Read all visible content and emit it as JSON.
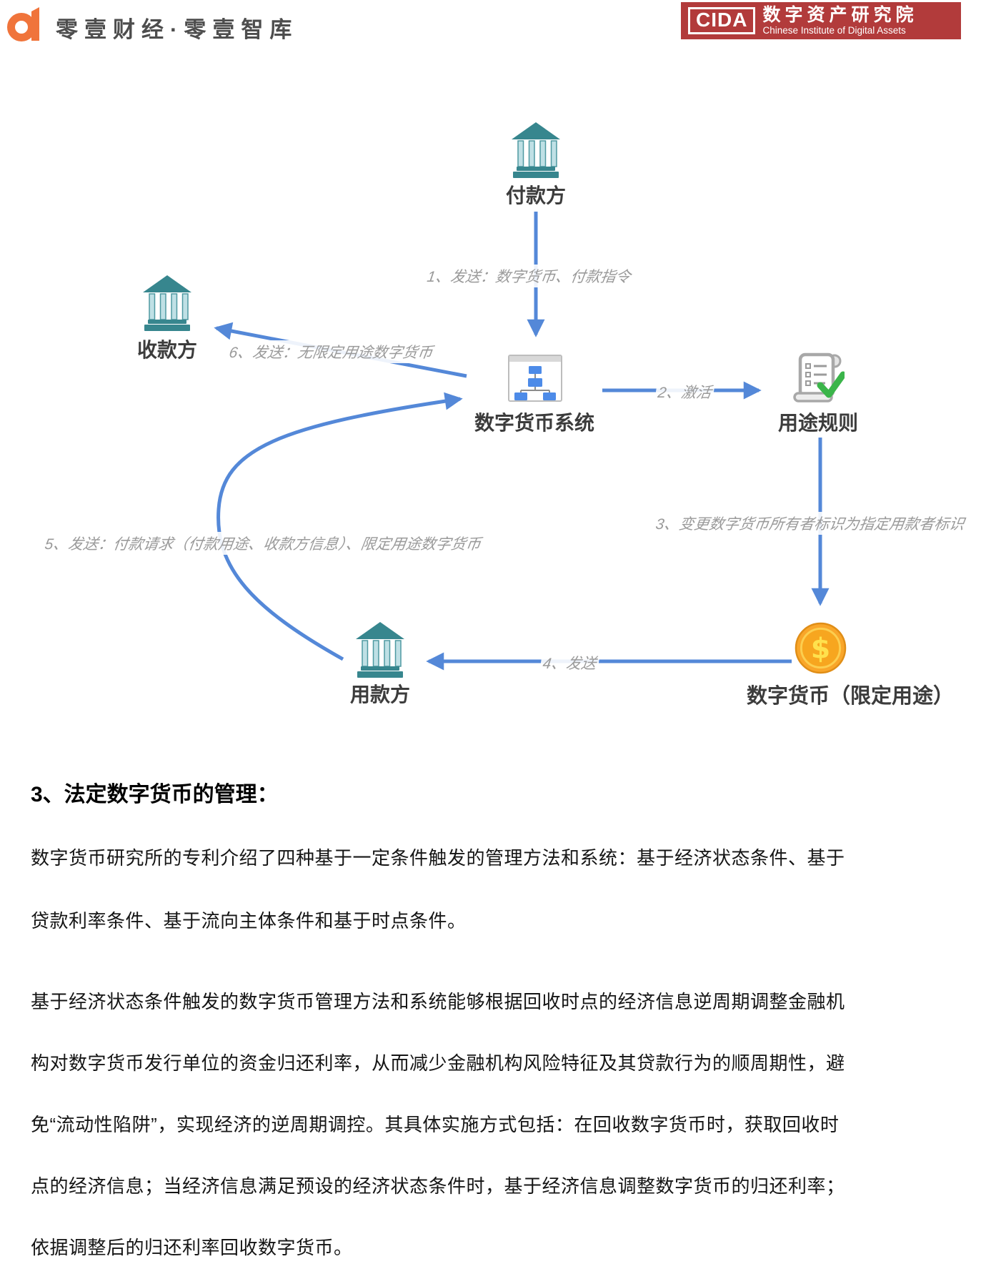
{
  "header": {
    "logo_mark": "a",
    "logo_text": "零壹财经·零壹智库",
    "cida": {
      "acronym": "CIDA",
      "name_cn": "数字资产研究院",
      "name_en": "Chinese Institute of Digital Assets",
      "bg_color": "#b23b3b"
    }
  },
  "diagram": {
    "nodes": {
      "payer": {
        "label": "付款方",
        "icon": "bank-icon"
      },
      "payee": {
        "label": "收款方",
        "icon": "bank-icon"
      },
      "system": {
        "label": "数字货币系统",
        "icon": "flowchart-icon"
      },
      "rules": {
        "label": "用途规则",
        "icon": "scroll-check-icon"
      },
      "spender": {
        "label": "用款方",
        "icon": "bank-icon"
      },
      "coin": {
        "label": "数字货币（限定用途）",
        "icon": "dollar-coin-icon"
      }
    },
    "edges": {
      "e1": {
        "label": "1、发送：数字货币、付款指令"
      },
      "e2": {
        "label": "2、激活"
      },
      "e3": {
        "label": "3、变更数字货币所有者标识为指定用款者标识"
      },
      "e4": {
        "label": "4、发送"
      },
      "e5": {
        "label": "5、发送：付款请求（付款用途、收款方信息）、限定用途数字货币"
      },
      "e6": {
        "label": "6、发送：无限定用途数字货币"
      }
    },
    "colors": {
      "arrow_blue": "#5488d8",
      "bank_teal": "#37868e",
      "coin_orange": "#f9a62a",
      "check_green": "#3bb54a",
      "flow_node_blue": "#4d8be8"
    }
  },
  "body": {
    "heading": "3、法定数字货币的管理：",
    "paragraphs": [
      {
        "lines": [
          "数字货币研究所的专利介绍了四种基于一定条件触发的管理方法和系统：基于经济状态条件、基于",
          "贷款利率条件、基于流向主体条件和基于时点条件。"
        ]
      },
      {
        "lines": [
          "基于经济状态条件触发的数字货币管理方法和系统能够根据回收时点的经济信息逆周期调整金融机",
          "构对数字货币发行单位的资金归还利率，从而减少金融机构风险特征及其贷款行为的顺周期性，避",
          "免“流动性陷阱”，实现经济的逆周期调控。其具体实施方式包括：在回收数字货币时，获取回收时",
          "点的经济信息；当经济信息满足预设的经济状态条件时，基于经济信息调整数字货币的归还利率；",
          "依据调整后的归还利率回收数字货币。"
        ]
      }
    ]
  }
}
